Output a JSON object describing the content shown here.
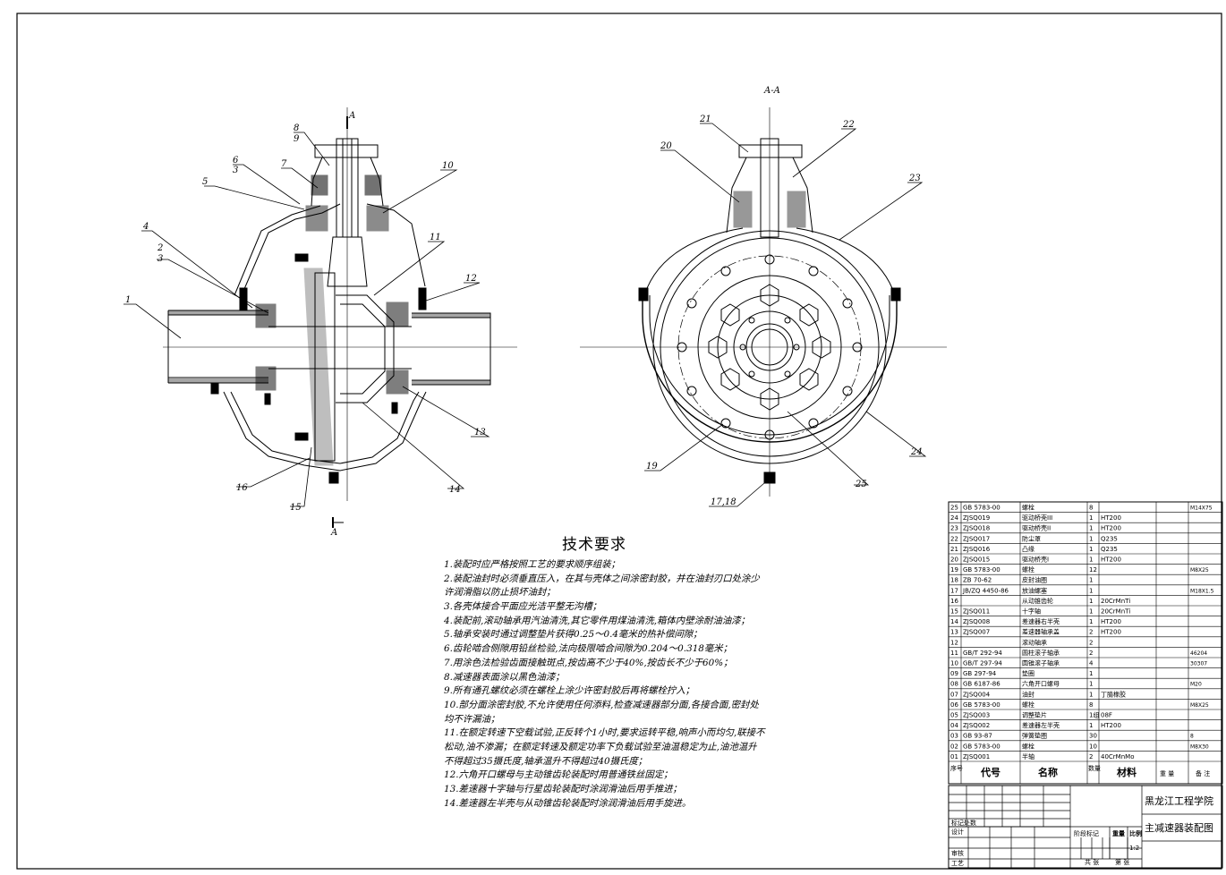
{
  "drawing": {
    "section_label": "A-A",
    "cut_letter": "A",
    "left_view_callouts": [
      "8",
      "9",
      "6",
      "3",
      "7",
      "5",
      "10",
      "4",
      "2",
      "3",
      "1",
      "11",
      "12",
      "13",
      "14",
      "15",
      "16"
    ],
    "right_view_callouts": [
      "21",
      "22",
      "20",
      "23",
      "24",
      "25",
      "19",
      "17,18"
    ]
  },
  "requirements": {
    "title": "技术要求",
    "lines": [
      "1.装配时应严格按照工艺的要求顺序组装；",
      "2.装配油封时必须垂直压入，在其与壳体之间涂密封胶，并在油封刃口处涂少",
      "  许润滑脂以防止损坏油封；",
      "3.各壳体接合平面应光洁平整无沟槽；",
      "4.装配前,滚动轴承用汽油清洗,其它零件用煤油清洗,箱体内壁涂耐油油漆；",
      "5.轴承安装时通过调整垫片获得0.25～0.4毫米的热补偿间隙；",
      "6.齿轮啮合侧隙用铅丝检验,法向极限啮合间隙为0.204～0.318毫米；",
      "7.用涂色法检验齿面接触斑点,按齿高不少于40%,按齿长不少于60%；",
      "8.减速器表面涂以黑色油漆；",
      "9.所有通孔螺纹必须在螺栓上涂少许密封胶后再将螺栓拧入；",
      "10.部分面涂密封胶,不允许使用任何添料,检查减速器部分面,各接合面,密封处",
      "   均不许漏油；",
      "11.在额定转速下空载试验,正反转个1小时,要求运转平稳,响声小而均匀,联接不",
      "   松动,油不渗漏；在额定转速及额定功率下负载试验至油温稳定为止,油池温升",
      "   不得超过35摄氏度,轴承温升不得超过40摄氏度；",
      "12.六角开口螺母与主动锥齿轮装配时用普通铁丝固定；",
      "13.差速器十字轴与行星齿轮装配时涂润滑油后用手推进；",
      "14.差速器左半壳与从动锥齿轮装配时涂润滑油后用手旋进。"
    ]
  },
  "bom": {
    "rows": [
      {
        "no": "25",
        "code": "GB 5783-00",
        "name": "螺栓",
        "qty": "8",
        "material": "",
        "weight": "",
        "note": "M14X75"
      },
      {
        "no": "24",
        "code": "ZJSQ019",
        "name": "驱动桥壳III",
        "qty": "1",
        "material": "HT200",
        "weight": "",
        "note": ""
      },
      {
        "no": "23",
        "code": "ZJSQ018",
        "name": "驱动桥壳II",
        "qty": "1",
        "material": "HT200",
        "weight": "",
        "note": ""
      },
      {
        "no": "22",
        "code": "ZJSQ017",
        "name": "防尘罩",
        "qty": "1",
        "material": "Q235",
        "weight": "",
        "note": ""
      },
      {
        "no": "21",
        "code": "ZJSQ016",
        "name": "凸缘",
        "qty": "1",
        "material": "Q235",
        "weight": "",
        "note": ""
      },
      {
        "no": "20",
        "code": "ZJSQ015",
        "name": "驱动桥壳I",
        "qty": "1",
        "material": "HT200",
        "weight": "",
        "note": ""
      },
      {
        "no": "19",
        "code": "GB 5783-00",
        "name": "螺栓",
        "qty": "12",
        "material": "",
        "weight": "",
        "note": "M8X25"
      },
      {
        "no": "18",
        "code": "ZB 70-62",
        "name": "皮封油圈",
        "qty": "1",
        "material": "",
        "weight": "",
        "note": ""
      },
      {
        "no": "17",
        "code": "JB/ZQ 4450-86",
        "name": "放油螺塞",
        "qty": "1",
        "material": "",
        "weight": "",
        "note": "M18X1.5"
      },
      {
        "no": "16",
        "code": "",
        "name": "从动锥齿轮",
        "qty": "1",
        "material": "20CrMnTi",
        "weight": "",
        "note": ""
      },
      {
        "no": "15",
        "code": "ZJSQ011",
        "name": "十字轴",
        "qty": "1",
        "material": "20CrMnTi",
        "weight": "",
        "note": ""
      },
      {
        "no": "14",
        "code": "ZJSQ008",
        "name": "差速器右半壳",
        "qty": "1",
        "material": "HT200",
        "weight": "",
        "note": ""
      },
      {
        "no": "13",
        "code": "ZJSQ007",
        "name": "差速器轴承盖",
        "qty": "2",
        "material": "HT200",
        "weight": "",
        "note": ""
      },
      {
        "no": "12",
        "code": "",
        "name": "滚动轴承",
        "qty": "2",
        "material": "",
        "weight": "",
        "note": ""
      },
      {
        "no": "11",
        "code": "GB/T 292-94",
        "name": "圆柱滚子轴承",
        "qty": "2",
        "material": "",
        "weight": "",
        "note": "46204"
      },
      {
        "no": "10",
        "code": "GB/T 297-94",
        "name": "圆锥滚子轴承",
        "qty": "4",
        "material": "",
        "weight": "",
        "note": "30307"
      },
      {
        "no": "09",
        "code": "GB 297-94",
        "name": "垫圈",
        "qty": "1",
        "material": "",
        "weight": "",
        "note": ""
      },
      {
        "no": "08",
        "code": "GB 6187-86",
        "name": "六角开口螺母",
        "qty": "1",
        "material": "",
        "weight": "",
        "note": "M20"
      },
      {
        "no": "07",
        "code": "ZJSQ004",
        "name": "油封",
        "qty": "1",
        "material": "丁腈橡胶",
        "weight": "",
        "note": ""
      },
      {
        "no": "06",
        "code": "GB 5783-00",
        "name": "螺栓",
        "qty": "8",
        "material": "",
        "weight": "",
        "note": "M8X25"
      },
      {
        "no": "05",
        "code": "ZJSQ003",
        "name": "调整垫片",
        "qty": "1组",
        "material": "08F",
        "weight": "",
        "note": ""
      },
      {
        "no": "04",
        "code": "ZJSQ002",
        "name": "差速器左半壳",
        "qty": "1",
        "material": "HT200",
        "weight": "",
        "note": ""
      },
      {
        "no": "03",
        "code": "GB 93-87",
        "name": "弹簧垫圈",
        "qty": "30",
        "material": "",
        "weight": "",
        "note": "8"
      },
      {
        "no": "02",
        "code": "GB 5783-00",
        "name": "螺栓",
        "qty": "10",
        "material": "",
        "weight": "",
        "note": "M8X30"
      },
      {
        "no": "01",
        "code": "ZJSQ001",
        "name": "半轴",
        "qty": "2",
        "material": "40CrMnMo",
        "weight": "",
        "note": ""
      }
    ],
    "header": {
      "no": "序号",
      "code": "代号",
      "name": "名称",
      "qty": "数量",
      "material": "材料",
      "weight": "重 量",
      "note": "备 注"
    }
  },
  "title_block": {
    "school": "黑龙江工程学院",
    "drawing_name": "主减速器装配图",
    "mark_label": "标记处数",
    "design": "设计",
    "review": "审核",
    "process": "工艺",
    "stage_mark": "阶段标记",
    "weight": "重量",
    "scale": "比例",
    "scale_value": "1:2",
    "sheets_total": "共 张",
    "sheet_no": "第 张"
  }
}
